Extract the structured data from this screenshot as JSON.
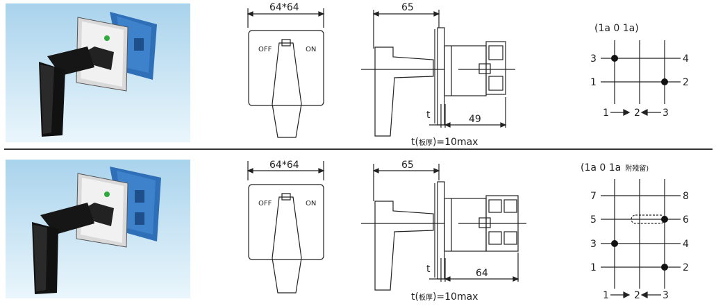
{
  "rows": [
    {
      "front_dim": "64*64",
      "side_dim": "65",
      "depth_dim": "49",
      "t_label": "t",
      "off_label": "OFF",
      "on_label": "ON",
      "thickness_note_prefix": "t(",
      "thickness_note_cjk": "板厚",
      "thickness_note_suffix": ")=10max",
      "contact_header": "(1a  0  1a)",
      "contact_header_extra": "",
      "terminals_left": [
        "3",
        "1"
      ],
      "terminals_right": [
        "4",
        "2"
      ],
      "positions": [
        "1",
        "2",
        "3"
      ]
    },
    {
      "front_dim": "64*64",
      "side_dim": "65",
      "depth_dim": "64",
      "t_label": "t",
      "off_label": "OFF",
      "on_label": "ON",
      "thickness_note_prefix": "t(",
      "thickness_note_cjk": "板厚",
      "thickness_note_suffix": ")=10max",
      "contact_header": "(1a  0  1a",
      "contact_header_extra": "附殘留)",
      "terminals_left": [
        "7",
        "5",
        "3",
        "1"
      ],
      "terminals_right": [
        "8",
        "6",
        "4",
        "2"
      ],
      "positions": [
        "1",
        "2",
        "3"
      ]
    }
  ],
  "colors": {
    "photo_bg_top": "#a9d3ec",
    "photo_bg_bottom": "#e9f5fb",
    "switch_blue": "#2f6fb8",
    "handle_black": "#161616",
    "line": "#222222"
  }
}
